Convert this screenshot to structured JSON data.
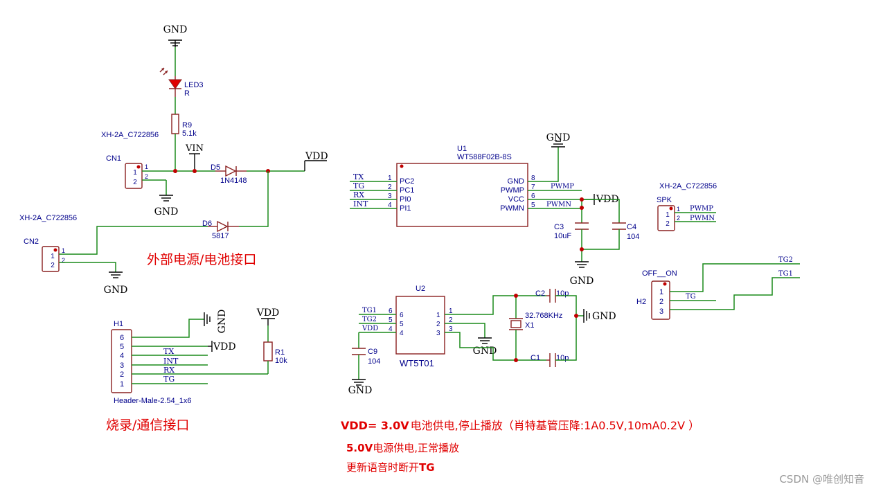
{
  "labels": {
    "gnd": "GND",
    "vdd": "VDD",
    "vin": "VIN",
    "led3_ref": "LED3",
    "led3_val": "R",
    "r9_ref": "R9",
    "r9_val": "5.1k",
    "cn1_part": "XH-2A_C722856",
    "cn1_ref": "CN1",
    "d5_ref": "D5",
    "d5_val": "1N4148",
    "d6_ref": "D6",
    "d6_val": "5817",
    "cn2_part": "XH-2A_C722856",
    "cn2_ref": "CN2",
    "u1_ref": "U1",
    "u1_val": "WT588F02B-8S",
    "c3_ref": "C3",
    "c3_val": "10uF",
    "c4_ref": "C4",
    "c4_val": "104",
    "spk_part": "XH-2A_C722856",
    "spk_ref": "SPK",
    "h2_title": "OFF__ON",
    "h2_ref": "H2",
    "h1_ref": "H1",
    "h1_part": "Header-Male-2.54_1x6",
    "r1_ref": "R1",
    "r1_val": "10k",
    "u2_ref": "U2",
    "u2_val": "WT5T01",
    "c9_ref": "C9",
    "c9_val": "104",
    "c2_ref": "C2",
    "c2_val": "10p",
    "c1_ref": "C1",
    "c1_val": "10p",
    "x1_ref": "X1",
    "x1_val": "32.768KHz",
    "pin1": "1",
    "pin2": "2",
    "pin3": "3",
    "pin4": "4",
    "pin5": "5",
    "pin6": "6",
    "pin7": "7",
    "pin8": "8"
  },
  "nets": {
    "tx": "TX",
    "tg": "TG",
    "rx": "RX",
    "int": "INT",
    "pwmp": "PWMP",
    "pwmn": "PWMN",
    "tg1": "TG1",
    "tg2": "TG2",
    "vdd": "VDD"
  },
  "u1_pins": {
    "pc2": "PC2",
    "pc1": "PC1",
    "pi0": "PI0",
    "pi1": "PI1",
    "gnd": "GND",
    "pwmp": "PWMP",
    "vcc": "VCC",
    "pwmn": "PWMN"
  },
  "notes": {
    "ext_power": "外部电源/电池接口",
    "program": "烧录/通信接口",
    "vdd_prefix": "VDD= 3.0V",
    "vdd_rest": "电池供电,停止播放（肖特基管压降:1A0.5V,10mA0.2V ）",
    "v5_prefix": "5.0V",
    "v5_rest": "电源供电,正常播放",
    "update_prefix": "更新语音时断开",
    "update_suffix": "TG"
  },
  "watermark": "CSDN @唯创知音",
  "colors": {
    "wire": "#1a8a1a",
    "component": "#8a2020",
    "junction": "#c00000",
    "designator": "#00008b",
    "note": "#e00000"
  }
}
